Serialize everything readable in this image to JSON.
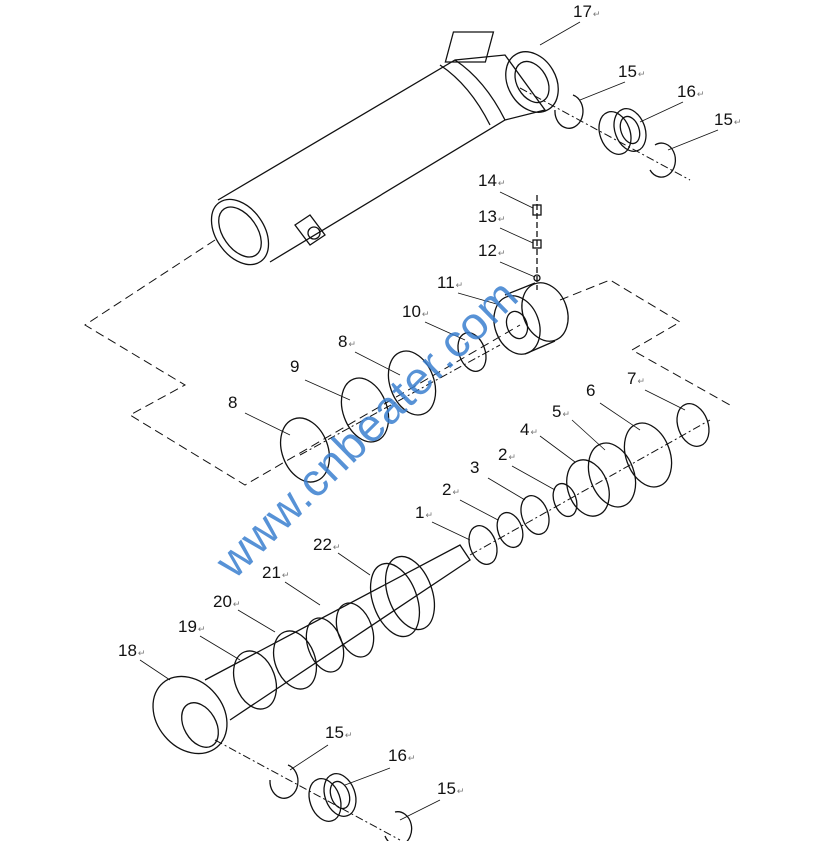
{
  "diagram": {
    "type": "exploded-parts-view",
    "paragraph_mark": "↵",
    "watermark": "www.cnbeater.com",
    "colors": {
      "line": "#111111",
      "watermark": "#3a7fd0"
    },
    "callouts": [
      "17",
      "15",
      "16",
      "15",
      "14",
      "13",
      "12",
      "11",
      "10",
      "8",
      "9",
      "8",
      "7",
      "6",
      "5",
      "4",
      "2",
      "3",
      "2",
      "1",
      "22",
      "21",
      "20",
      "19",
      "18",
      "15",
      "16",
      "15"
    ]
  }
}
